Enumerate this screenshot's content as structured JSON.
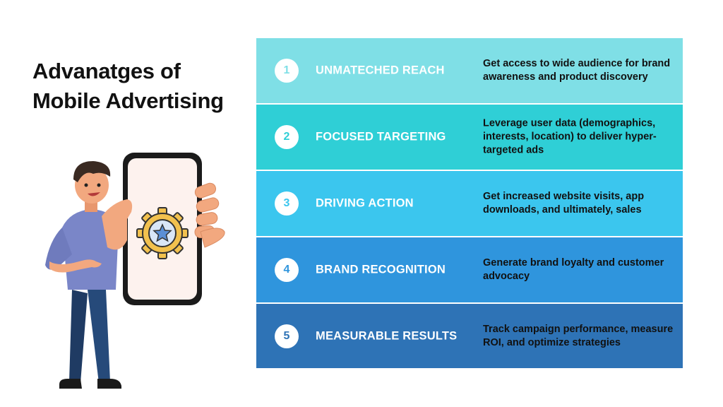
{
  "title": {
    "line1": "Advanatges of",
    "line2": "Mobile Advertising"
  },
  "colors": {
    "row1": "#7fdfe6",
    "row2": "#2fcfd6",
    "row3": "#3bc6ee",
    "row4": "#2f95dd",
    "row5": "#2e73b6",
    "phone_screen": "#fdf2ee",
    "gear": "#f2c14e",
    "star": "#5b8fd6"
  },
  "illustration": {
    "description_icon": "star-gear-icon"
  },
  "advantages": [
    {
      "number": "1",
      "heading": "UNMATECHED REACH",
      "description": "Get access to wide audience for brand awareness and product discovery"
    },
    {
      "number": "2",
      "heading": "FOCUSED TARGETING",
      "description": "Leverage user data (demographics, interests, location) to deliver hyper-targeted ads"
    },
    {
      "number": "3",
      "heading": "DRIVING ACTION",
      "description": "Get increased website visits, app downloads, and ultimately, sales"
    },
    {
      "number": "4",
      "heading": "BRAND RECOGNITION",
      "description": "Generate brand loyalty and customer advocacy"
    },
    {
      "number": "5",
      "heading": "MEASURABLE RESULTS",
      "description": "Track campaign performance, measure ROI, and optimize strategies"
    }
  ]
}
